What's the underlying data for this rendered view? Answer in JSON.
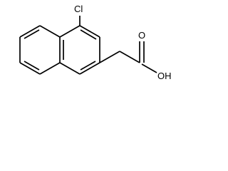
{
  "molecule": {
    "atom_labels": {
      "chlorine": "Cl",
      "carbonyl_oxygen": "O",
      "hydroxyl": "OH"
    },
    "colors": {
      "bond": "#000000",
      "label": "#000000",
      "background": "#ffffff"
    }
  }
}
